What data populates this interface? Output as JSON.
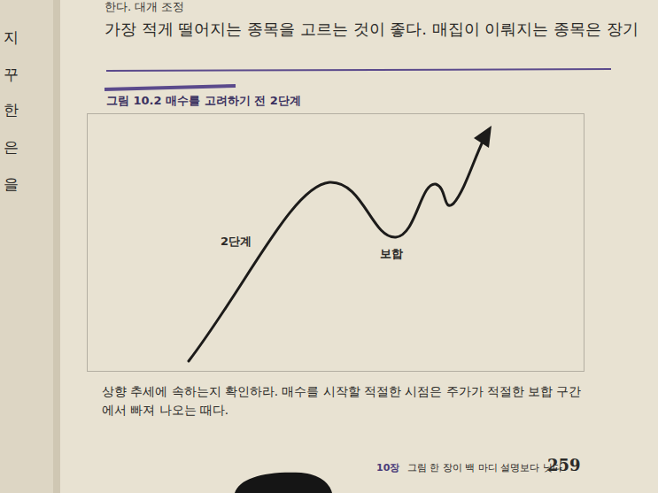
{
  "diagram": {
    "title": "그림 10.2 매수를 고려하기 전 2단계",
    "caption": "상향 추세에 속하는지 확인하라. 매수를 시작할 적절한 시점은 주가가 적절한 보합 구간에서 빠져 나오는 때다.",
    "nodes": [
      {
        "text": [
          "2단계",
          "보합"
        ]
      }
    ],
    "labels": [
      "한다. 대개 조정",
      "가장 적게 떨어지는 종목을 고르는 것이 좋다. 매집이 이뤄지는 종목은 장기",
      "지",
      "꾸",
      "한",
      "은",
      "을",
      "10장",
      "그림 한 장이 백 마디 설명보다 낫다",
      "259"
    ]
  }
}
